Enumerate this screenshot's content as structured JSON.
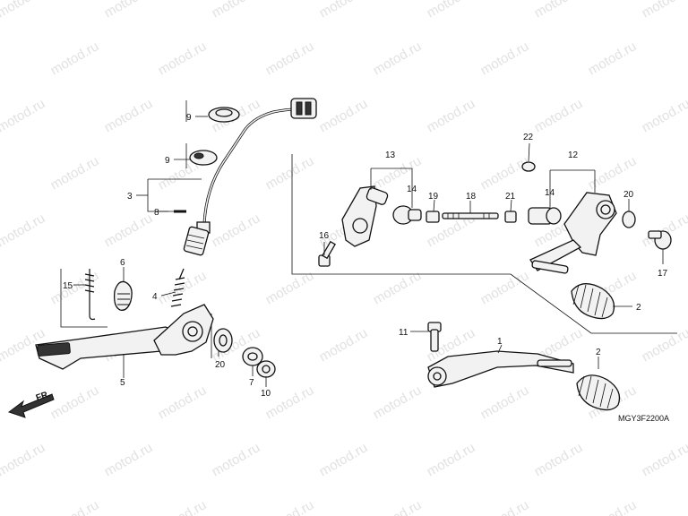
{
  "diagram_code": "MGY3F2200A",
  "direction_label": "FR.",
  "watermark_text": "motod.ru",
  "callouts": {
    "c1": "1",
    "c2a": "2",
    "c2b": "2",
    "c3": "3",
    "c4": "4",
    "c5": "5",
    "c6": "6",
    "c7": "7",
    "c8": "8",
    "c9a": "9",
    "c9b": "9",
    "c10": "10",
    "c11": "11",
    "c12": "12",
    "c13": "13",
    "c14a": "14",
    "c14b": "14",
    "c15": "15",
    "c16": "16",
    "c17": "17",
    "c18": "18",
    "c19": "19",
    "c20a": "20",
    "c20b": "20",
    "c21": "21",
    "c22": "22"
  }
}
